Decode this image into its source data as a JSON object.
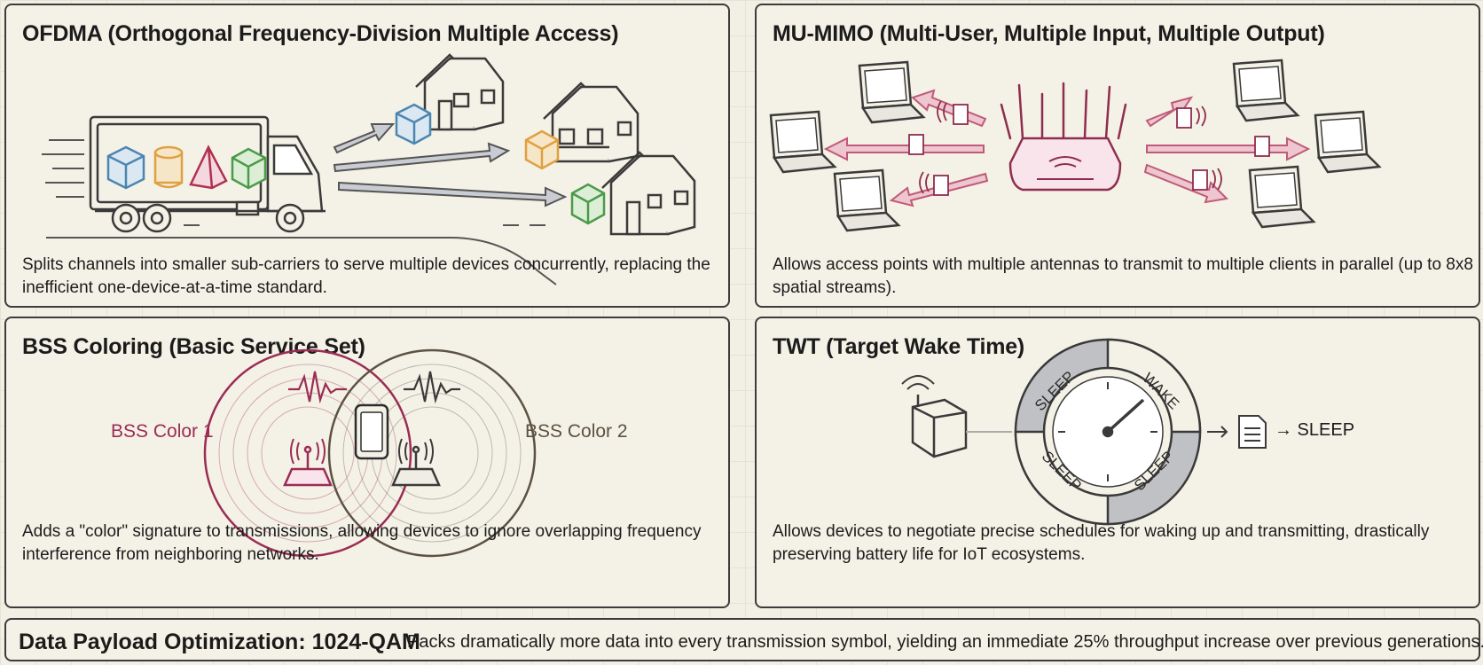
{
  "ofdma": {
    "title": "OFDMA (Orthogonal Frequency-Division Multiple Access)",
    "description": "Splits channels into smaller sub-carriers to serve multiple devices concurrently, replacing the inefficient one-device-at-a-time standard."
  },
  "mumimo": {
    "title": "MU-MIMO (Multi-User, Multiple Input, Multiple Output)",
    "description": "Allows access points with multiple antennas to transmit to multiple clients in parallel (up to 8x8 spatial streams)."
  },
  "bss": {
    "title": "BSS Coloring (Basic Service Set)",
    "color1_label": "BSS Color 1",
    "color2_label": "BSS Color 2",
    "description": "Adds a \"color\" signature to transmissions, allowing devices to ignore overlapping frequency interference from neighboring networks."
  },
  "twt": {
    "title": "TWT (Target Wake Time)",
    "dial_sleep": "SLEEP",
    "dial_wake": "WAKE",
    "flow": "→ SLEEP",
    "description": "Allows devices to negotiate precise schedules for waking up and transmitting, drastically preserving battery life for IoT ecosystems."
  },
  "qam": {
    "title": "Data Payload Optimization: 1024-QAM",
    "description": "Packs dramatically more data into every transmission symbol, yielding an immediate 25% throughput increase over previous generations."
  },
  "colors": {
    "outline": "#3c3c3c",
    "color1": "#9b2c55",
    "color2": "#5b5242",
    "arrow_pink": "#e7a9b8",
    "arrow_grey": "#9aa0a8",
    "box_blue": "#4b86b0",
    "box_orange": "#e0a040",
    "box_green": "#4a9a4a",
    "pyramid_red": "#b03050"
  }
}
